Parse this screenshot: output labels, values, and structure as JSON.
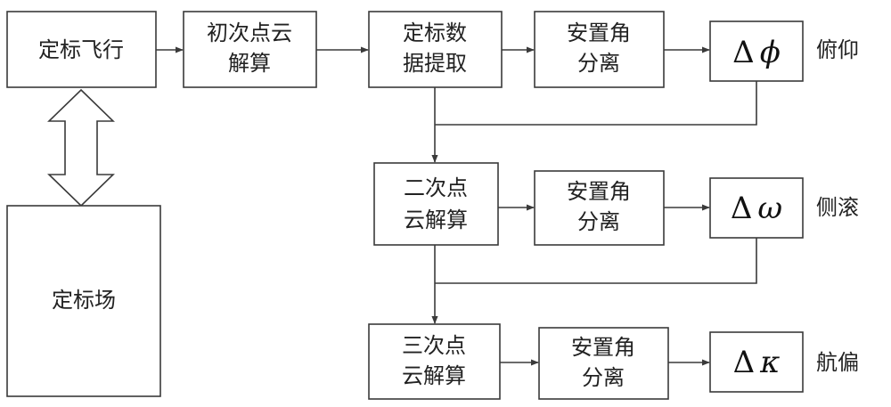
{
  "nodes": {
    "calib_flight": "定标飞行",
    "calib_field": "定标场",
    "first_solve": [
      "初次点云",
      "解算"
    ],
    "calib_extract": [
      "定标数",
      "据提取"
    ],
    "sep1": [
      "安置角",
      "分离"
    ],
    "second_solve": [
      "二次点",
      "云解算"
    ],
    "sep2": [
      "安置角",
      "分离"
    ],
    "third_solve": [
      "三次点",
      "云解算"
    ],
    "sep3": [
      "安置角",
      "分离"
    ]
  },
  "outputs": {
    "delta": "Δ",
    "pitch": {
      "symbol": "ϕ",
      "label": "俯仰"
    },
    "roll": {
      "symbol": "ω",
      "label": "侧滚"
    },
    "yaw": {
      "symbol": "κ",
      "label": "航偏"
    }
  }
}
